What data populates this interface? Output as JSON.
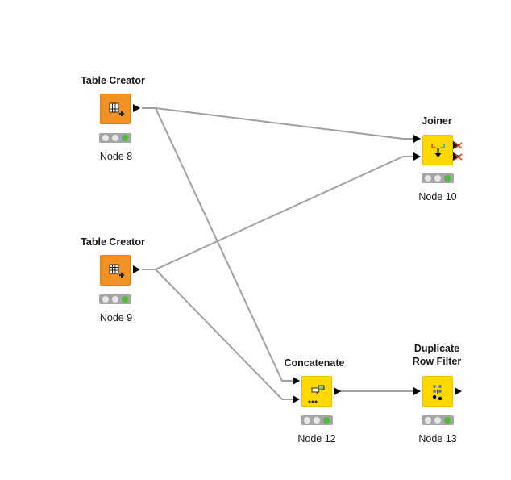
{
  "nodes": {
    "node8": {
      "title": "Table Creator",
      "label": "Node 8",
      "icon": "table-creator-icon"
    },
    "node9": {
      "title": "Table Creator",
      "label": "Node 9",
      "icon": "table-creator-icon"
    },
    "node10": {
      "title": "Joiner",
      "label": "Node 10",
      "icon": "joiner-icon"
    },
    "node12": {
      "title": "Concatenate",
      "label": "Node 12",
      "icon": "concatenate-icon"
    },
    "node13": {
      "title_line1": "Duplicate",
      "title_line2": "Row Filter",
      "label": "Node 13",
      "icon": "duplicate-row-filter-icon"
    }
  },
  "colors": {
    "source_node": "#f39125",
    "manipulator_node": "#ffd800",
    "connection": "#a0a0a0",
    "status_ok": "#4dbd33"
  }
}
